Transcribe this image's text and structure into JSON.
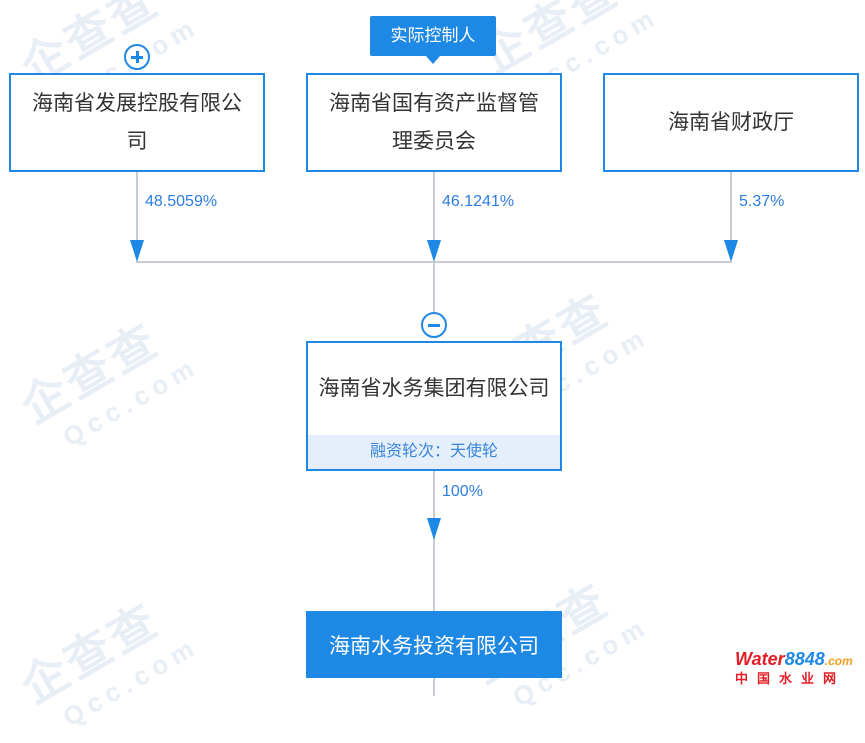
{
  "watermark": {
    "text": "企查查",
    "domain": "Qcc.com"
  },
  "controller_tag": "实际控制人",
  "shareholders": [
    {
      "name": "海南省发展控股有限公司",
      "percent": "48.5059%"
    },
    {
      "name": "海南省国有资产监督管理委员会",
      "percent": "46.1241%"
    },
    {
      "name": "海南省财政厅",
      "percent": "5.37%"
    }
  ],
  "target": {
    "name": "海南省水务集团有限公司",
    "round": "融资轮次：天使轮"
  },
  "subsidiary": {
    "name": "海南水务投资有限公司",
    "percent": "100%"
  },
  "logo": {
    "brand_a": "Water",
    "brand_b": "8848",
    "brand_c": ".com",
    "sub": "中国水业网"
  },
  "colors": {
    "accent": "#1e88e5",
    "line": "#c8cdd3",
    "round_bg": "#e4effb"
  }
}
